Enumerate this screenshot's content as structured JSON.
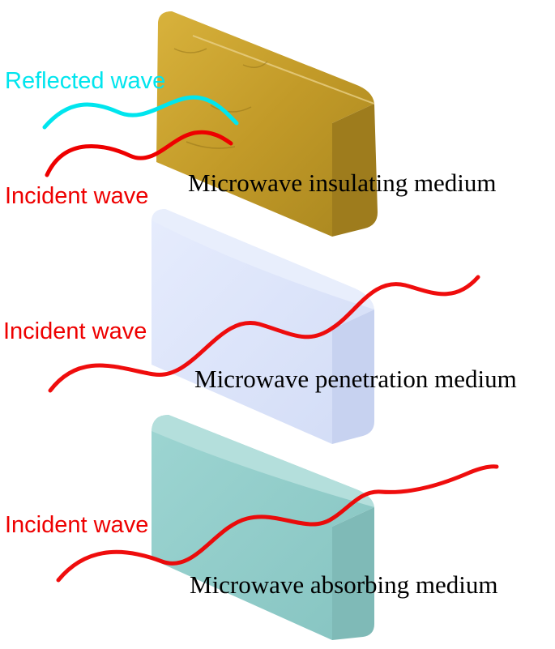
{
  "labels": {
    "reflected_wave": "Reflected wave",
    "incident_wave_top": "Incident wave",
    "incident_wave_middle": "Incident wave",
    "incident_wave_bottom": "Incident wave",
    "insulating_medium": "Microwave insulating medium",
    "penetration_medium": "Microwave penetration medium",
    "absorbing_medium": "Microwave absorbing medium"
  },
  "colors": {
    "incident_wave": "#ee0000",
    "reflected_wave": "#00e5ee",
    "insulating_front": "#c9a22c",
    "insulating_top": "#dcc072",
    "insulating_side": "#9e7c1d",
    "penetration_front": "#dde5fb",
    "penetration_top": "#e8eefc",
    "penetration_side": "#c7d2f0",
    "absorbing_front": "#95cfcc",
    "absorbing_top": "#b4dfdc",
    "absorbing_side": "#7fbab7"
  }
}
